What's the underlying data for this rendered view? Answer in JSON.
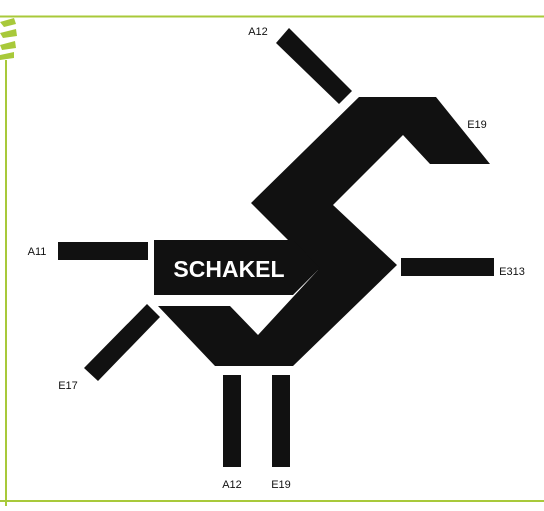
{
  "colors": {
    "accent": "#a8c93a",
    "road": "#111111",
    "label_text": "#111111",
    "banner_text": "#ffffff"
  },
  "diagram": {
    "center_label": "SCHAKEL",
    "labels": {
      "top_a12": "A12",
      "right_top_e19": "E19",
      "left_a11": "A11",
      "right_e313": "E313",
      "left_lower_e17": "E17",
      "bottom_a12": "A12",
      "bottom_e19": "E19"
    }
  }
}
